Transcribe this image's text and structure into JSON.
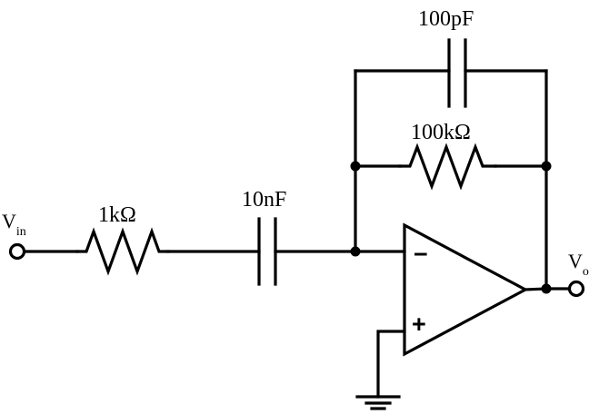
{
  "diagram": {
    "title": "Inverting operational amplifier active low-pass filter schematic",
    "background_color": "#ffffff",
    "line_color": "#000000",
    "terminals": {
      "input": {
        "name": "V",
        "subscript": "in"
      },
      "output": {
        "name": "V",
        "subscript": "o"
      }
    },
    "components": [
      {
        "id": "r1",
        "type": "resistor",
        "label": "1kΩ"
      },
      {
        "id": "c1",
        "type": "capacitor",
        "label": "10nF"
      },
      {
        "id": "rf",
        "type": "resistor",
        "label": "100kΩ"
      },
      {
        "id": "cf",
        "type": "capacitor",
        "label": "100pF"
      },
      {
        "id": "u1",
        "type": "opamp",
        "inverting_pin": "−",
        "noninverting_pin": "+"
      },
      {
        "id": "gnd",
        "type": "ground",
        "label": ""
      }
    ],
    "labels": {
      "r_input": "1kΩ",
      "c_input": "10nF",
      "r_feedback": "100kΩ",
      "c_feedback": "100pF",
      "opamp_minus": "−",
      "opamp_plus": "+"
    }
  }
}
